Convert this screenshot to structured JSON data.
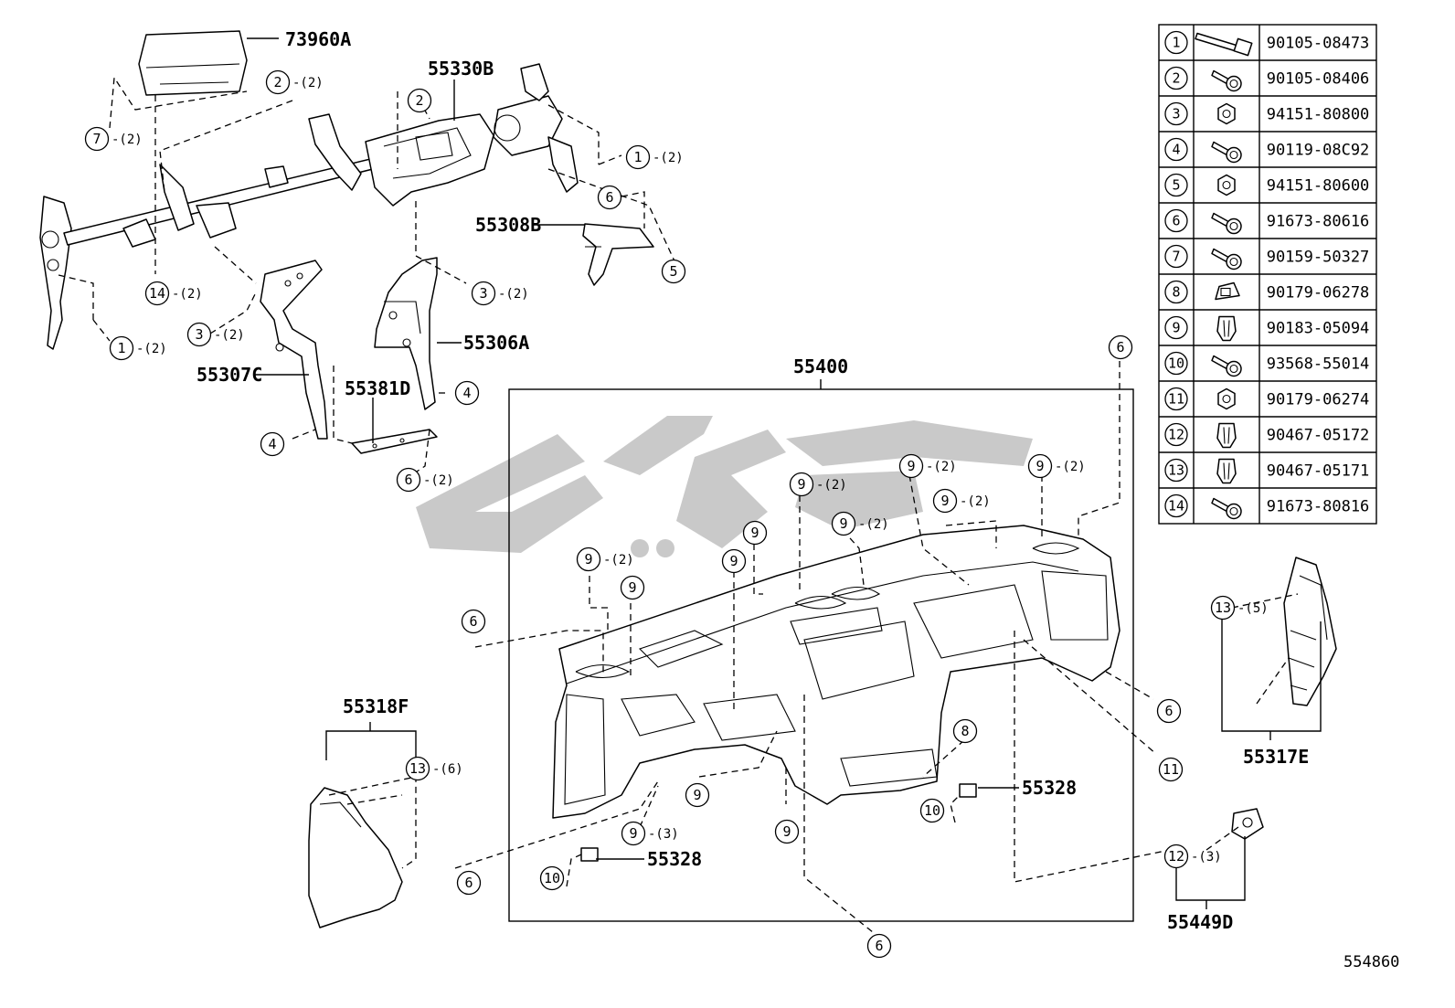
{
  "diagram_id": "554860",
  "colors": {
    "ink": "#000000",
    "background": "#ffffff",
    "watermark": "#c9c9c9"
  },
  "part_labels": {
    "p73960A": "73960A",
    "p55330B": "55330B",
    "p55308B": "55308B",
    "p55306A": "55306A",
    "p55307C": "55307C",
    "p55381D": "55381D",
    "p55400": "55400",
    "p55318F": "55318F",
    "p55317E": "55317E",
    "p55328a": "55328",
    "p55328b": "55328",
    "p55449D": "55449D"
  },
  "qty": {
    "q2": "-(2)",
    "q3": "-(3)",
    "q5": "-(5)",
    "q6": "-(6)"
  },
  "fastener_table": [
    {
      "num": "1",
      "part_number": "90105-08473",
      "icon": "long-bolt-icon"
    },
    {
      "num": "2",
      "part_number": "90105-08406",
      "icon": "bolt-icon"
    },
    {
      "num": "3",
      "part_number": "94151-80800",
      "icon": "nut-icon"
    },
    {
      "num": "4",
      "part_number": "90119-08C92",
      "icon": "bolt-icon"
    },
    {
      "num": "5",
      "part_number": "94151-80600",
      "icon": "nut-icon"
    },
    {
      "num": "6",
      "part_number": "91673-80616",
      "icon": "screw-icon"
    },
    {
      "num": "7",
      "part_number": "90159-50327",
      "icon": "screw-icon"
    },
    {
      "num": "8",
      "part_number": "90179-06278",
      "icon": "clip-nut-icon"
    },
    {
      "num": "9",
      "part_number": "90183-05094",
      "icon": "clip-icon"
    },
    {
      "num": "10",
      "part_number": "93568-55014",
      "icon": "screw-icon"
    },
    {
      "num": "11",
      "part_number": "90179-06274",
      "icon": "nut-icon"
    },
    {
      "num": "12",
      "part_number": "90467-05172",
      "icon": "clip-icon"
    },
    {
      "num": "13",
      "part_number": "90467-05171",
      "icon": "clip-icon"
    },
    {
      "num": "14",
      "part_number": "91673-80816",
      "icon": "screw-icon"
    }
  ]
}
